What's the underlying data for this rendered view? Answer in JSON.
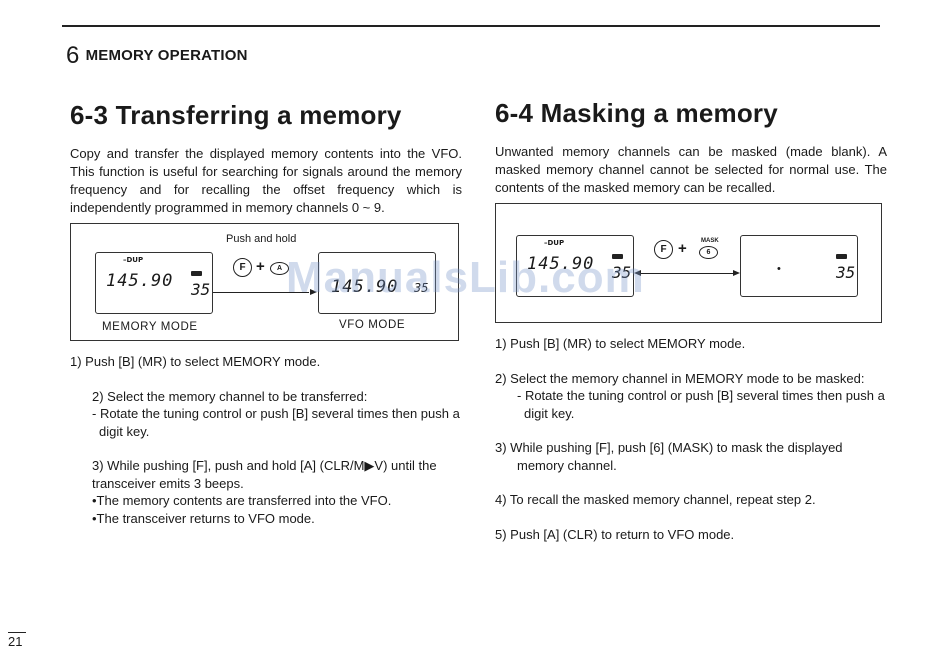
{
  "chapter": {
    "number": "6",
    "title": "MEMORY OPERATION"
  },
  "left": {
    "title": "6-3 Transferring a memory",
    "intro": "Copy and transfer the displayed memory contents into the VFO.   This function is useful for searching for signals around the memory frequency and for recalling the offset frequency which is independently programmed in memory channels 0 ~ 9.",
    "figure": {
      "push_hold": "Push and hold",
      "key_f": "F",
      "key_a": "A",
      "lcd1_dup": "–DUP",
      "lcd1_freq": "145.90",
      "lcd1_ch": "35",
      "lcd2_freq": "145.90",
      "lcd2_ch": "35",
      "label_memory": "MEMORY MODE",
      "label_vfo": "VFO  MODE"
    },
    "steps": [
      "1) Push [B] (MR) to select MEMORY mode.",
      "2) Select the memory channel to be transferred:",
      "- Rotate the tuning control or push [B] several times then push a digit key.",
      "3) While pushing [F], push and hold [A] (CLR/M▶V) until the transceiver emits 3 beeps.",
      "•The memory contents are transferred into the VFO.",
      "•The transceiver returns to VFO mode."
    ]
  },
  "right": {
    "title": "6-4 Masking a memory",
    "intro": "Unwanted memory channels can be masked (made blank). A masked memory channel cannot be selected for normal use.  The contents of the masked memory can be recalled.",
    "figure": {
      "lcd1_dup": "–DUP",
      "lcd1_freq": "145.90",
      "lcd1_ch": "35",
      "key_f": "F",
      "key_mask_label": "MASK",
      "key_6": "6",
      "lcd2_dot": "•",
      "lcd2_ch": "35"
    },
    "steps": [
      "1) Push [B] (MR) to select MEMORY mode.",
      "2) Select the memory channel in MEMORY mode to be masked:",
      "- Rotate the tuning control or push [B] several times then push a digit key.",
      "3) While pushing [F], push [6] (MASK) to mask the displayed memory channel.",
      "4) To recall the masked memory channel, repeat step 2.",
      "5) Push [A] (CLR) to return to VFO mode."
    ]
  },
  "watermark": "ManualsLib.com",
  "page_number": "21"
}
